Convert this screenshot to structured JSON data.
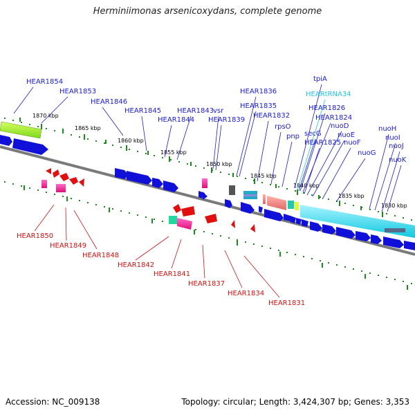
{
  "title": "Herminiimonas arsenicoxydans, complete genome",
  "footer": {
    "accession": "Accession: NC_009138",
    "stats": "Topology: circular; Length: 3,424,307 bp; Genes: 3,353"
  },
  "kbp_labels": [
    "1870 kbp",
    "1865 kbp",
    "1860 kbp",
    "1855 kbp",
    "1850 kbp",
    "1845 kbp",
    "1840 kbp",
    "1835 kbp",
    "1830 kbp"
  ],
  "upper_labels": [
    "HEAR1854",
    "HEAR1853",
    "HEAR1846",
    "HEAR1845",
    "HEAR1844",
    "HEAR1843",
    "vsr",
    "HEAR1839",
    "HEAR1836",
    "HEAR1835",
    "HEAR1832",
    "rpsO",
    "pnp",
    "tpiA",
    "HEARtRNA34",
    "HEAR1826",
    "HEAR1824",
    "secG",
    "nuoD",
    "nuoE",
    "HEAR1825",
    "nuoF",
    "nuoG",
    "nuoH",
    "nuoI",
    "nuoJ",
    "nuoK"
  ],
  "lower_labels": [
    "HEAR1850",
    "HEAR1849",
    "HEAR1848",
    "HEAR1842",
    "HEAR1841",
    "HEAR1837",
    "HEAR1834",
    "HEAR1831"
  ],
  "colors": {
    "forward": "#1010d8",
    "reverse": "#e01010",
    "trna": "#1ec8e6",
    "backbone": "#888888",
    "ticks": "#1a8a1a"
  }
}
